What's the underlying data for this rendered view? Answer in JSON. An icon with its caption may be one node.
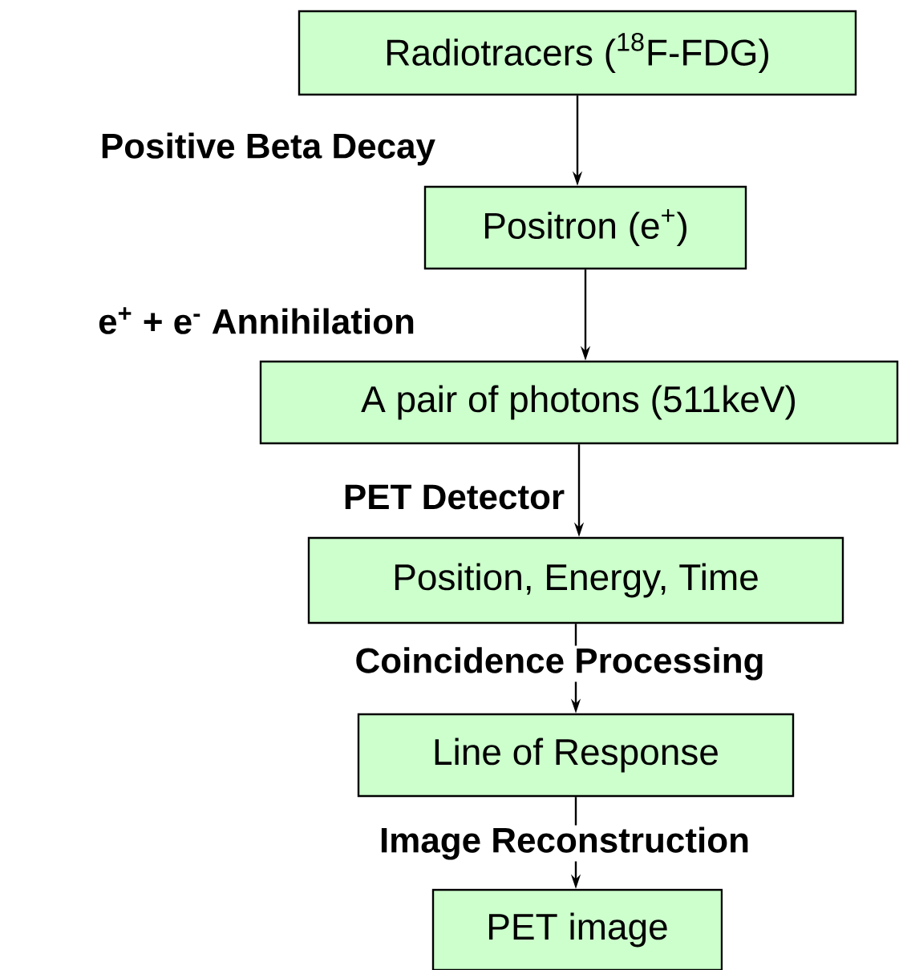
{
  "diagram": {
    "nodes": [
      {
        "text": [
          "Radiotracers ($^{18}$F-FDG)"
        ]
      },
      {
        "text": [
          "Positron (e$^{+}$)"
        ]
      },
      {
        "text": [
          "A pair of photons (511keV)"
        ]
      },
      {
        "text": [
          "Position, Energy, Time"
        ]
      },
      {
        "text": [
          "Line of Response"
        ]
      },
      {
        "text": [
          "PET image"
        ]
      }
    ],
    "edges": [
      {
        "from": 0,
        "to": 1,
        "arrow": "to",
        "label": "Positive Beta Decay"
      },
      {
        "from": 1,
        "to": 2,
        "arrow": "to",
        "label": "e$^{+}$ + e$^{-}$ Annihilation"
      },
      {
        "from": 2,
        "to": 3,
        "arrow": "to",
        "label": "PET Detector"
      },
      {
        "from": 3,
        "to": 4,
        "arrow": "to",
        "label": "Coincidence Processing"
      },
      {
        "from": 4,
        "to": 5,
        "arrow": "to",
        "label": "Image Reconstruction"
      }
    ]
  }
}
